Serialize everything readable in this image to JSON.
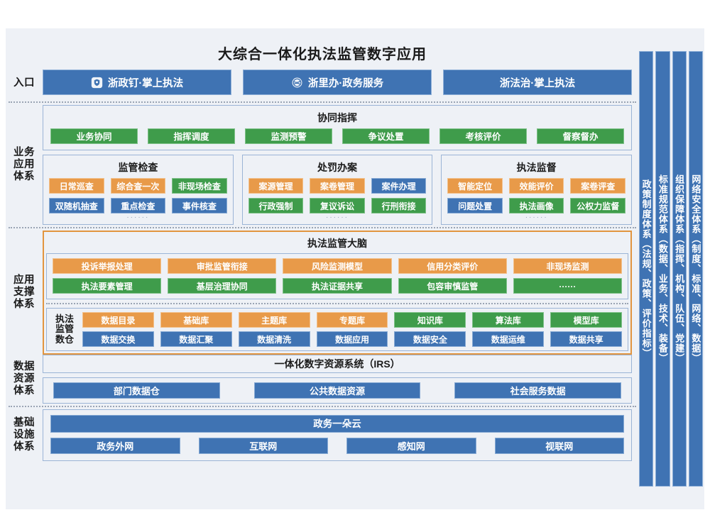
{
  "page": {
    "title": "大综合一体化执法监管数字应用"
  },
  "rails": {
    "entry": "入口",
    "business": [
      "业务",
      "应用",
      "体系"
    ],
    "support": [
      "应用",
      "支撑",
      "体系"
    ],
    "data": [
      "数据",
      "资源",
      "体系"
    ],
    "infra": [
      "基础",
      "设施",
      "体系"
    ]
  },
  "entries": [
    {
      "label": "浙政钉·掌上执法",
      "icon": "shield-badge-icon"
    },
    {
      "label": "浙里办·政务服务",
      "icon": "globe-circle-icon"
    },
    {
      "label": "浙法治·掌上执法",
      "icon": "none"
    }
  ],
  "coordination": {
    "title": "协同指挥",
    "items": [
      {
        "label": "业务协同",
        "color": "green"
      },
      {
        "label": "指挥调度",
        "color": "green"
      },
      {
        "label": "监测预警",
        "color": "green"
      },
      {
        "label": "争议处置",
        "color": "green"
      },
      {
        "label": "考核评价",
        "color": "green"
      },
      {
        "label": "督察督办",
        "color": "green"
      }
    ]
  },
  "business_groups": [
    {
      "title": "监管检查",
      "row1": [
        {
          "label": "日常巡查",
          "color": "orange"
        },
        {
          "label": "综合查一次",
          "color": "orange"
        },
        {
          "label": "非现场检查",
          "color": "green"
        }
      ],
      "row2": [
        {
          "label": "双随机抽查",
          "color": "blue"
        },
        {
          "label": "重点检查",
          "color": "blue"
        },
        {
          "label": "事件核查",
          "color": "blue"
        }
      ],
      "dots": "······"
    },
    {
      "title": "处罚办案",
      "row1": [
        {
          "label": "案源管理",
          "color": "orange"
        },
        {
          "label": "案卷管理",
          "color": "orange"
        },
        {
          "label": "案件办理",
          "color": "blue"
        }
      ],
      "row2": [
        {
          "label": "行政强制",
          "color": "green"
        },
        {
          "label": "复议诉讼",
          "color": "green"
        },
        {
          "label": "行刑衔接",
          "color": "green"
        }
      ],
      "dots": "······"
    },
    {
      "title": "执法监督",
      "row1": [
        {
          "label": "智能定位",
          "color": "orange"
        },
        {
          "label": "效能评价",
          "color": "orange"
        },
        {
          "label": "案卷评查",
          "color": "orange"
        }
      ],
      "row2": [
        {
          "label": "问题处置",
          "color": "blue"
        },
        {
          "label": "执法画像",
          "color": "green"
        },
        {
          "label": "公权力监督",
          "color": "green"
        }
      ],
      "dots": "······"
    }
  ],
  "brain": {
    "title": "执法监管大脑",
    "row1": [
      {
        "label": "投诉举报处理",
        "color": "orange"
      },
      {
        "label": "审批监管衔接",
        "color": "orange"
      },
      {
        "label": "风险监测模型",
        "color": "orange"
      },
      {
        "label": "信用分类评价",
        "color": "orange"
      },
      {
        "label": "非现场监测",
        "color": "orange"
      }
    ],
    "row2": [
      {
        "label": "执法要素管理",
        "color": "green"
      },
      {
        "label": "基层治理协同",
        "color": "green"
      },
      {
        "label": "执法证据共享",
        "color": "green"
      },
      {
        "label": "包容审慎监管",
        "color": "green"
      },
      {
        "label": "······",
        "color": "green"
      }
    ]
  },
  "warehouse": {
    "label": [
      "执法",
      "监管",
      "数仓"
    ],
    "row1": [
      {
        "label": "数据目录",
        "color": "orange"
      },
      {
        "label": "基础库",
        "color": "orange"
      },
      {
        "label": "主题库",
        "color": "orange"
      },
      {
        "label": "专题库",
        "color": "orange"
      },
      {
        "label": "知识库",
        "color": "green"
      },
      {
        "label": "算法库",
        "color": "green"
      },
      {
        "label": "模型库",
        "color": "green"
      }
    ],
    "row2": [
      {
        "label": "数据交换",
        "color": "blue"
      },
      {
        "label": "数据汇聚",
        "color": "blue"
      },
      {
        "label": "数据清洗",
        "color": "blue"
      },
      {
        "label": "数据应用",
        "color": "blue"
      },
      {
        "label": "数据安全",
        "color": "blue"
      },
      {
        "label": "数据运维",
        "color": "blue"
      },
      {
        "label": "数据共享",
        "color": "blue"
      }
    ]
  },
  "irs": {
    "title": "一体化数字资源系统（IRS）",
    "items": [
      {
        "label": "部门数据仓",
        "color": "blue"
      },
      {
        "label": "公共数据资源",
        "color": "blue"
      },
      {
        "label": "社会服务数据",
        "color": "blue"
      }
    ]
  },
  "infrastructure": {
    "cloud": "政务一朵云",
    "networks": [
      {
        "label": "政务外网",
        "color": "blue"
      },
      {
        "label": "互联网",
        "color": "blue"
      },
      {
        "label": "感知网",
        "color": "blue"
      },
      {
        "label": "视联网",
        "color": "blue"
      }
    ]
  },
  "pillars": [
    "政策制度体系（法规、政策、评价指标）",
    "标准规范体系（数据、业务、技术、装备）",
    "组织保障体系（指挥、机构、队伍、党建）",
    "网络安全体系（制度、标准、网络、数据）"
  ],
  "colors": {
    "green": "#3f9c4b",
    "orange": "#e89a49",
    "blue": "#3f73b3",
    "panel_bg": "#eef1f6",
    "panel_border": "#9bb4d6",
    "accent_outline": "#e2953f"
  }
}
